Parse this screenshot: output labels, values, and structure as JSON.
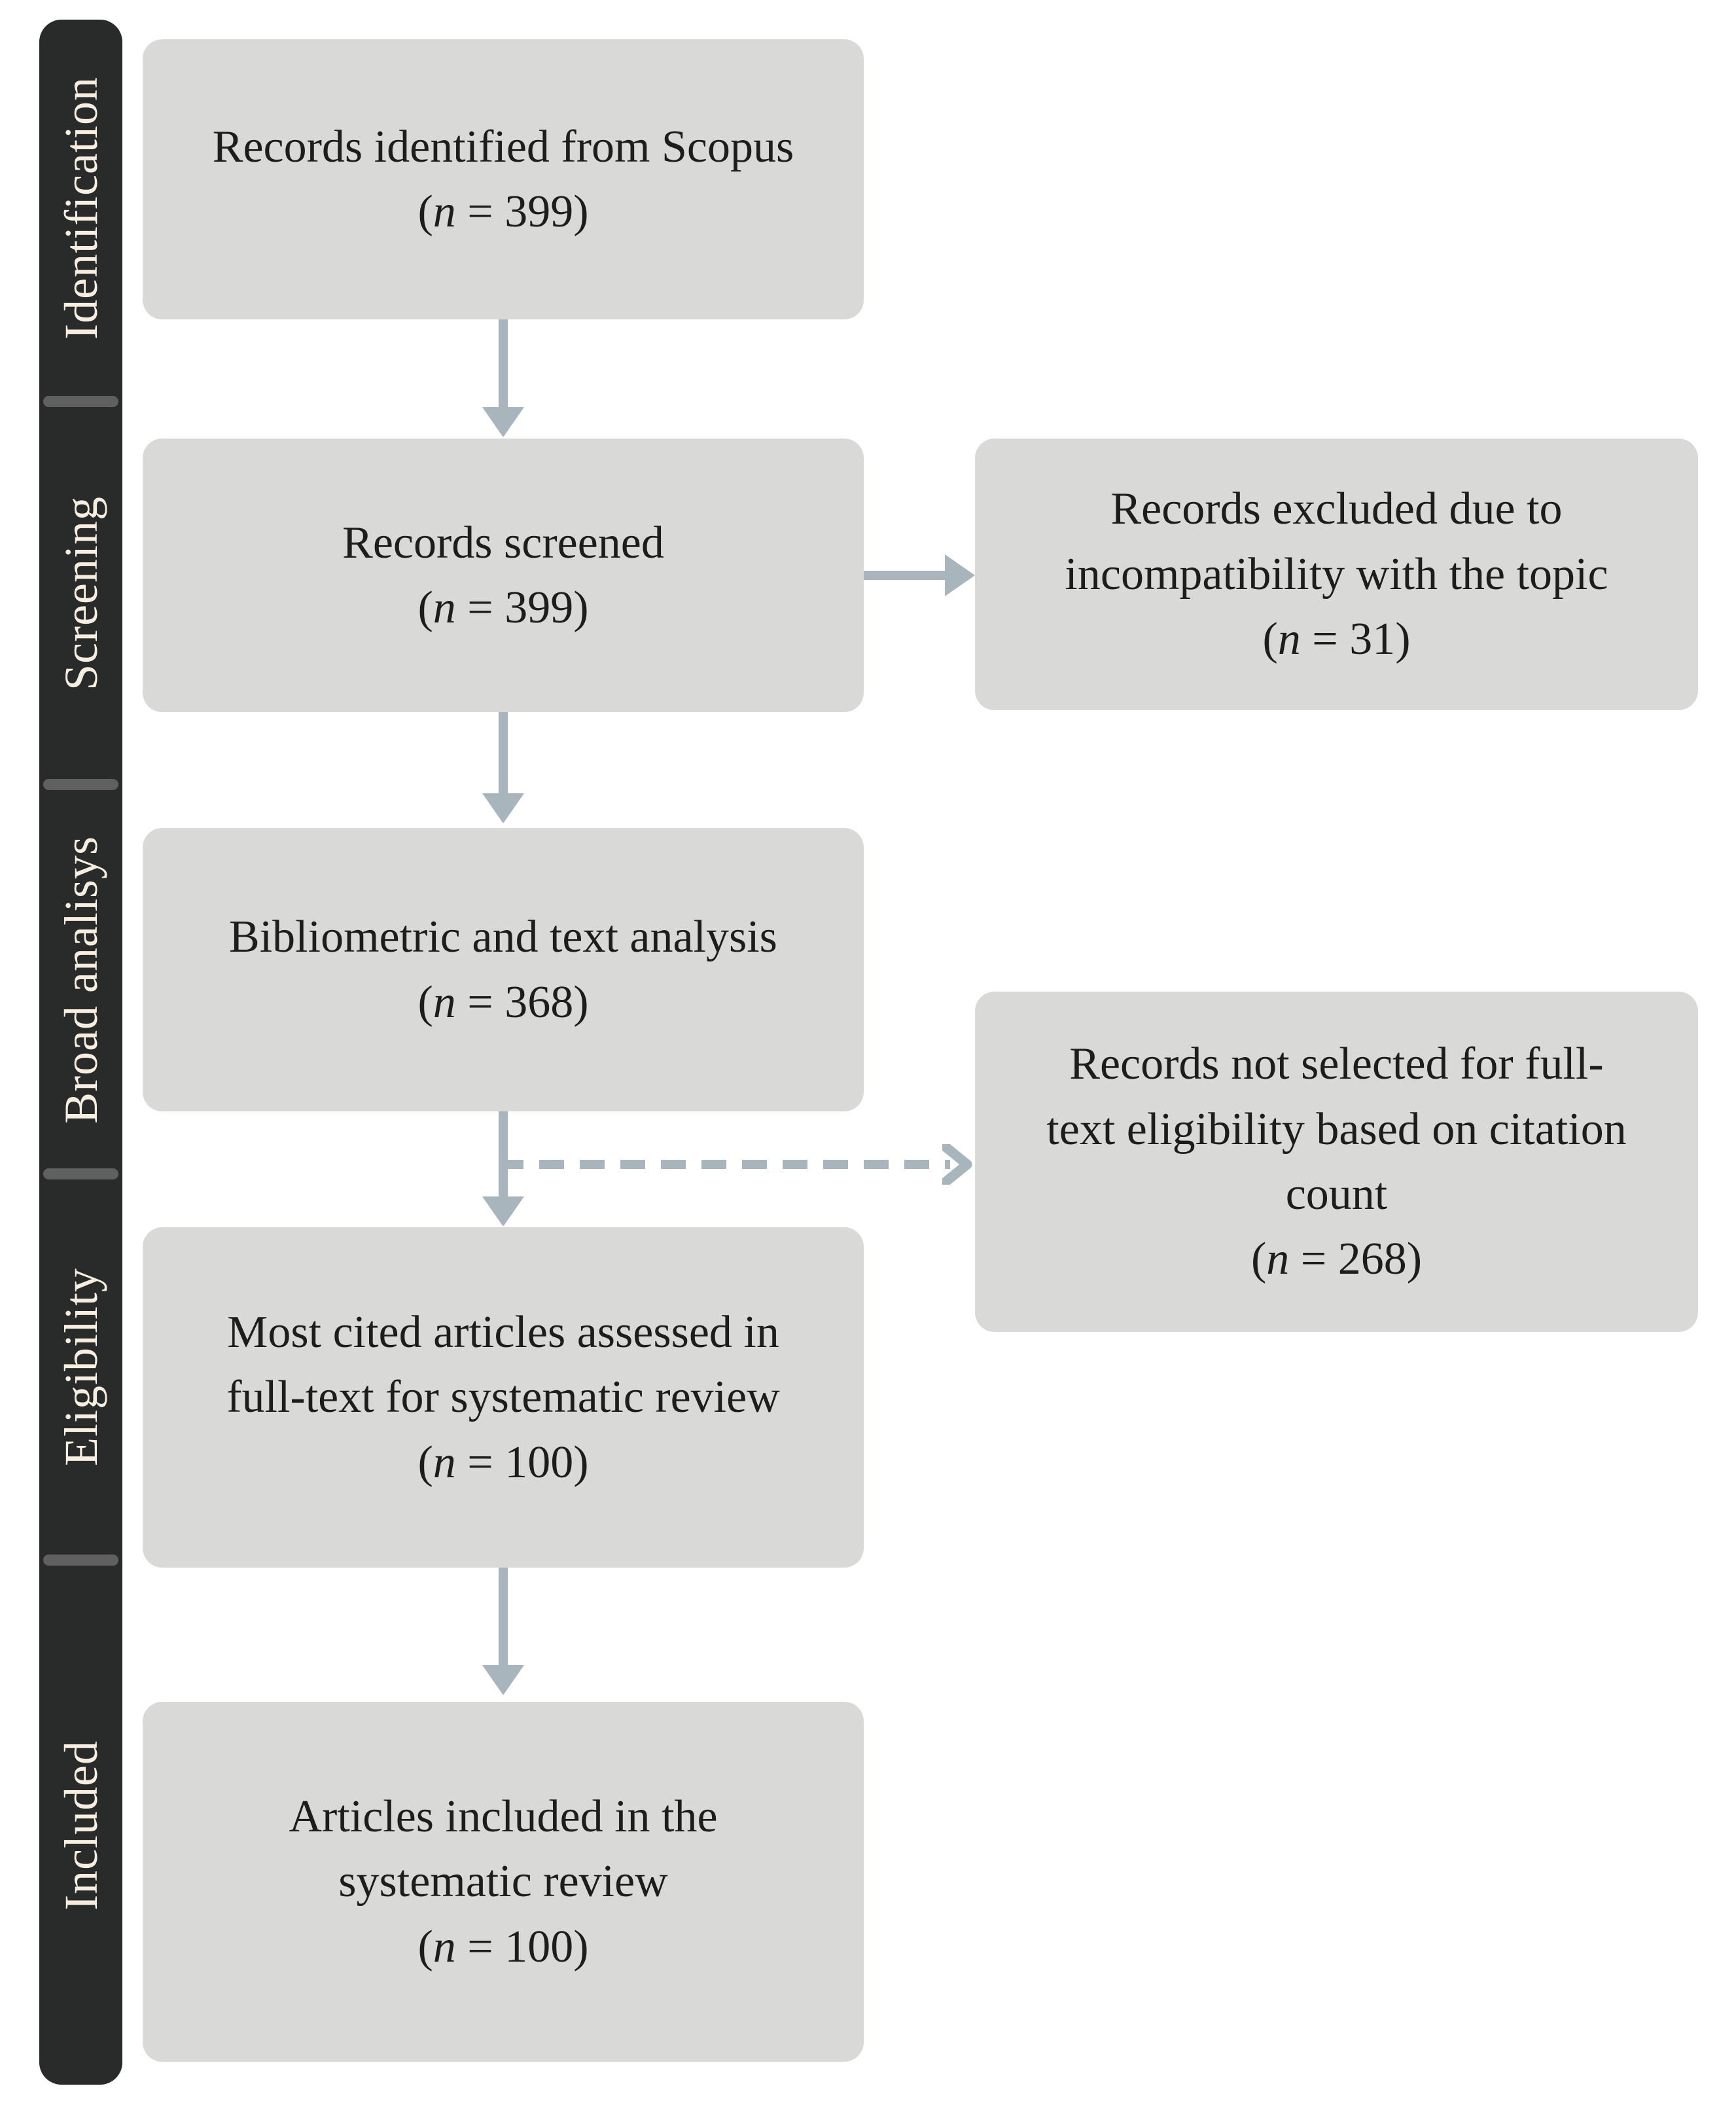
{
  "figure": {
    "type": "prisma-flow-diagram",
    "colors": {
      "box_fill": "#d9d9d7",
      "rail_fill": "#282b2a",
      "rail_text": "#f7eee0",
      "rail_divider": "#606060",
      "arrow": "#a9b5bd",
      "text": "#1d1d1d",
      "background": "#ffffff"
    }
  },
  "stages": [
    {
      "id": "identification",
      "label": "Identification"
    },
    {
      "id": "screening",
      "label": "Screening"
    },
    {
      "id": "broad-analisys",
      "label": "Broad analisys"
    },
    {
      "id": "eligibility",
      "label": "Eligibility"
    },
    {
      "id": "included",
      "label": "Included"
    }
  ],
  "nodes": {
    "identified": {
      "line1": "Records identified from Scopus",
      "count_prefix": "(",
      "count_var": "n",
      "count_mid": " = ",
      "count_value": "399",
      "count_suffix": ")"
    },
    "screened": {
      "line1": "Records screened",
      "count_prefix": "(",
      "count_var": "n",
      "count_mid": " = ",
      "count_value": "399",
      "count_suffix": ")"
    },
    "excluded_topic": {
      "line1": "Records excluded due to",
      "line2": "incompatibility with the topic",
      "count_prefix": "(",
      "count_var": "n",
      "count_mid": " = ",
      "count_value": "31",
      "count_suffix": ")"
    },
    "bibliometric": {
      "line1": "Bibliometric and text analysis",
      "count_prefix": "(",
      "count_var": "n",
      "count_mid": " = ",
      "count_value": "368",
      "count_suffix": ")"
    },
    "not_selected": {
      "line1": "Records not selected for full-",
      "line2": "text eligibility based on citation",
      "line3": "count",
      "count_prefix": "(",
      "count_var": "n",
      "count_mid": " = ",
      "count_value": "268",
      "count_suffix": ")"
    },
    "most_cited": {
      "line1": "Most cited articles assessed in",
      "line2": "full-text for systematic review",
      "count_prefix": "(",
      "count_var": "n",
      "count_mid": " = ",
      "count_value": "100",
      "count_suffix": ")"
    },
    "included_articles": {
      "line1": "Articles included in the",
      "line2": "systematic review",
      "count_prefix": "(",
      "count_var": "n",
      "count_mid": " = ",
      "count_value": "100",
      "count_suffix": ")"
    }
  },
  "edges": [
    {
      "id": "identified-to-screened",
      "style": "solid",
      "direction": "down"
    },
    {
      "id": "screened-to-excluded",
      "style": "solid",
      "direction": "right"
    },
    {
      "id": "screened-to-bibliometric",
      "style": "solid",
      "direction": "down"
    },
    {
      "id": "bibliometric-to-most-cited",
      "style": "solid",
      "direction": "down"
    },
    {
      "id": "bibliometric-to-not-selected",
      "style": "dashed",
      "direction": "right"
    },
    {
      "id": "most-cited-to-included",
      "style": "solid",
      "direction": "down"
    }
  ]
}
